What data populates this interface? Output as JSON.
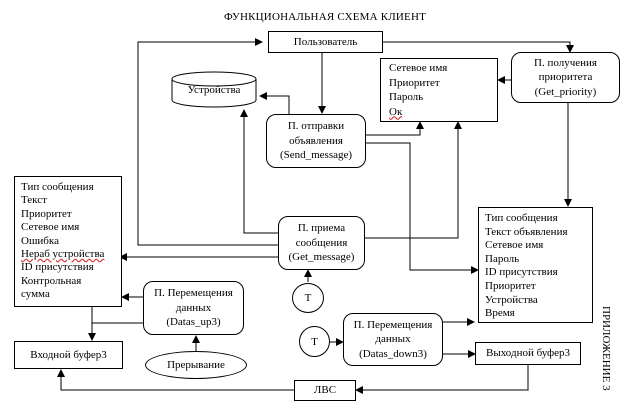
{
  "title": "ФУНКЦИОНАЛЬНАЯ СХЕМА КЛИЕНТ",
  "side_label": "ПРИЛОЖЕНИЕ 3",
  "nodes": {
    "user": "Пользователь",
    "devices": "Устройства",
    "credentials": [
      "Сетевое имя",
      "Приоритет",
      "Пароль",
      "Ок"
    ],
    "get_priority": [
      "П. получения",
      "приоритета",
      "(Get_priority)"
    ],
    "send_message": [
      "П. отправки",
      "объявления",
      "(Send_message)"
    ],
    "incoming_fields": [
      "Тип сообщения",
      "Текст",
      "Приоритет",
      "Сетевое имя",
      "Ошибка",
      "Нераб устройства",
      "ID присутствия",
      "Контрольная",
      "сумма"
    ],
    "get_message": [
      "П. приема",
      "сообщения",
      "(Get_message)"
    ],
    "outgoing_fields": [
      "Тип сообщения",
      "Текст объявления",
      "Сетевое имя",
      "Пароль",
      "ID присутствия",
      "Приоритет",
      "Устройства",
      "Время"
    ],
    "timer_1": "Т",
    "timer_2": "Т",
    "datas_up": [
      "П. Перемещения",
      "данных",
      "(Datas_up3)"
    ],
    "datas_down": [
      "П. Перемещения",
      "данных",
      "(Datas_down3)"
    ],
    "input_buffer": "Входной буфер3",
    "output_buffer": "Выходной буфер3",
    "interrupt": "Прерывание",
    "lan": "ЛВС"
  }
}
